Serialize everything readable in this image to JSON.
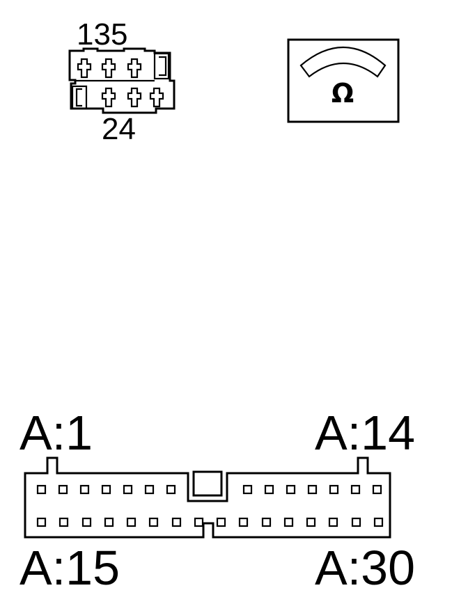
{
  "small_connector": {
    "top_pin_labels": "135",
    "bottom_pin_labels": "24"
  },
  "ohmmeter": {
    "unit_symbol": "Ω"
  },
  "large_connector": {
    "label_top_left": "A:1",
    "label_top_right": "A:14",
    "label_bottom_left": "A:15",
    "label_bottom_right": "A:30",
    "top_row_left_pins": 7,
    "top_row_right_pins": 7,
    "bottom_row_pins": 16
  }
}
